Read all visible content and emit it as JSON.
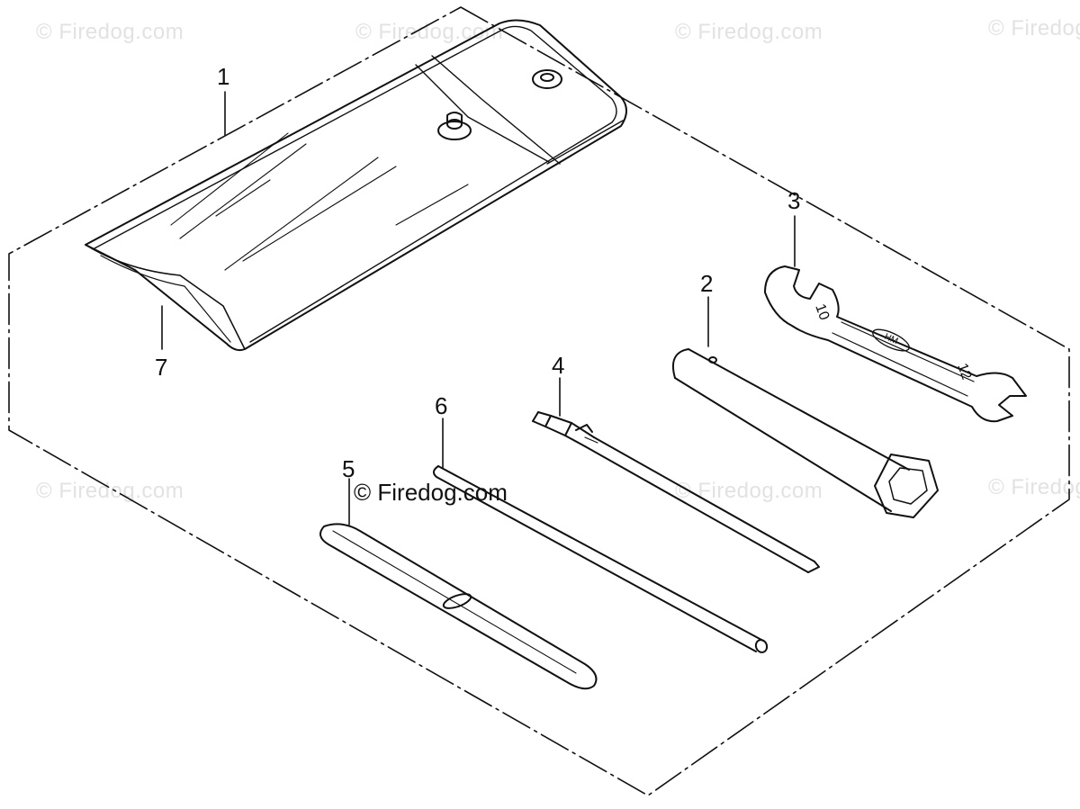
{
  "watermark": {
    "text": "© Firedog.com",
    "center_text": "© Firedog.com"
  },
  "callouts": [
    {
      "id": "1",
      "label": "1",
      "part": "tool-bag"
    },
    {
      "id": "2",
      "label": "2",
      "part": "plug-wrench"
    },
    {
      "id": "3",
      "label": "3",
      "part": "open-end-wrench"
    },
    {
      "id": "4",
      "label": "4",
      "part": "screwdriver"
    },
    {
      "id": "5",
      "label": "5",
      "part": "screwdriver-grip"
    },
    {
      "id": "6",
      "label": "6",
      "part": "handle-bar"
    },
    {
      "id": "7",
      "label": "7",
      "part": "bag-band"
    }
  ],
  "wrench_marks": {
    "size_a": "10",
    "size_b": "12",
    "brand": "HM"
  },
  "colors": {
    "line": "#111111",
    "watermark": "#e2e2e2",
    "background": "#ffffff"
  }
}
